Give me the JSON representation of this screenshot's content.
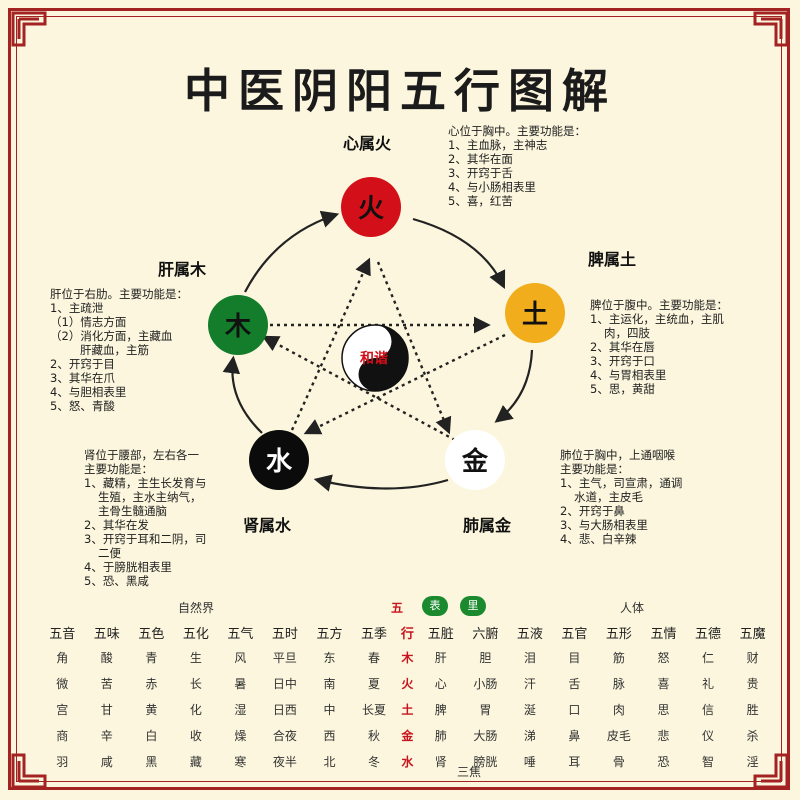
{
  "title": "中医阴阳五行图解",
  "colors": {
    "fire": "#d31019",
    "earth": "#f2ad1c",
    "metal": "#ffffff",
    "water": "#0b0b0b",
    "wood": "#137d2b",
    "frame": "#a32222"
  },
  "center": {
    "label": "和谐",
    "icon": "yin-yang-icon"
  },
  "elements": {
    "fire": {
      "char": "火",
      "heading": "心属火"
    },
    "earth": {
      "char": "土",
      "heading": "脾属土"
    },
    "metal": {
      "char": "金",
      "heading": "肺属金"
    },
    "water": {
      "char": "水",
      "heading": "肾属水"
    },
    "wood": {
      "char": "木",
      "heading": "肝属木"
    }
  },
  "notes": {
    "heart": [
      "心位于胸中。主要功能是：",
      "1、主血脉，主神志",
      "2、其华在面",
      "3、开窍于舌",
      "4、与小肠相表里",
      "5、喜，红苦"
    ],
    "spleen": [
      "脾位于腹中。主要功能是：",
      "1、主运化，主统血，主肌",
      "肉，四肢",
      "2、其华在唇",
      "3、开窍于口",
      "4、与胃相表里",
      "5、思，黄甜"
    ],
    "liver": [
      "肝位于右肋。主要功能是：",
      "1、主疏泄",
      "（1）情志方面",
      "（2）消化方面，主藏血",
      "肝藏血，主筋",
      "2、开窍于目",
      "3、其华在爪",
      "4、与胆相表里",
      "5、怒、青酸"
    ],
    "lung": [
      "肺位于胸中，上通咽喉",
      "主要功能是：",
      "1、主气，司宣肃，通调",
      "水道，主皮毛",
      "2、开窍于鼻",
      "3、与大肠相表里",
      "4、悲、白辛辣"
    ],
    "kidney": [
      "肾位于腰部，左右各一",
      "主要功能是：",
      "1、藏精，主生长发育与",
      "生殖，主水主纳气，",
      "主骨生髓通脑",
      "2、其华在发",
      "3、开窍于耳和二阴，司",
      "二便",
      "4、于膀胱相表里",
      "5、恐、黑咸"
    ]
  },
  "table": {
    "nature_label": "自然界",
    "body_label": "人体",
    "wx_label": "五",
    "biao_label": "表",
    "li_label": "里",
    "bottom_note": "三焦",
    "headers": [
      "五音",
      "五味",
      "五色",
      "五化",
      "五气",
      "五时",
      "五方",
      "五季",
      "行",
      "五脏",
      "六腑",
      "五液",
      "五官",
      "五形",
      "五情",
      "五德",
      "五魔"
    ],
    "rows": [
      [
        "角",
        "酸",
        "青",
        "生",
        "风",
        "平旦",
        "东",
        "春",
        "木",
        "肝",
        "胆",
        "泪",
        "目",
        "筋",
        "怒",
        "仁",
        "财"
      ],
      [
        "微",
        "苦",
        "赤",
        "长",
        "暑",
        "日中",
        "南",
        "夏",
        "火",
        "心",
        "小肠",
        "汗",
        "舌",
        "脉",
        "喜",
        "礼",
        "贵"
      ],
      [
        "宫",
        "甘",
        "黄",
        "化",
        "湿",
        "日西",
        "中",
        "长夏",
        "土",
        "脾",
        "胃",
        "涎",
        "口",
        "肉",
        "思",
        "信",
        "胜"
      ],
      [
        "商",
        "辛",
        "白",
        "收",
        "燥",
        "合夜",
        "西",
        "秋",
        "金",
        "肺",
        "大肠",
        "涕",
        "鼻",
        "皮毛",
        "悲",
        "仪",
        "杀"
      ],
      [
        "羽",
        "咸",
        "黑",
        "藏",
        "寒",
        "夜半",
        "北",
        "冬",
        "水",
        "肾",
        "膀胱",
        "唾",
        "耳",
        "骨",
        "恐",
        "智",
        "淫"
      ]
    ]
  }
}
